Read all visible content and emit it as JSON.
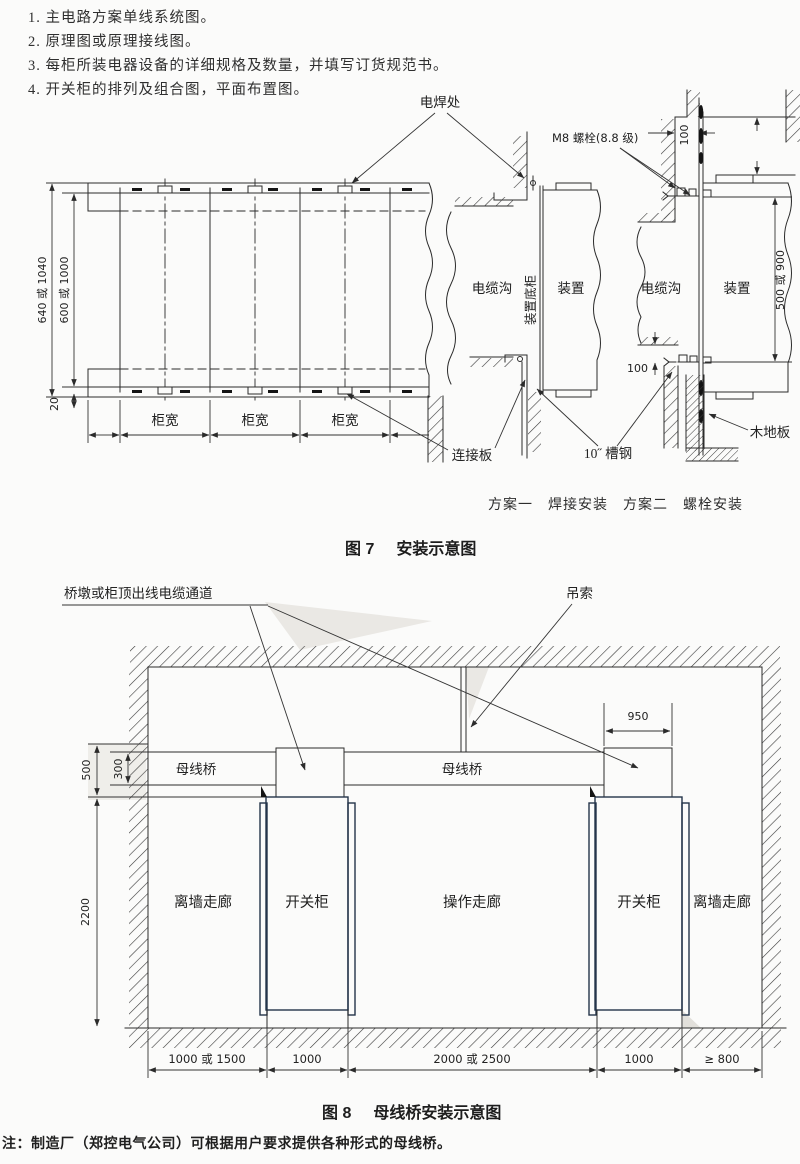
{
  "page": {
    "background": "#fbfbfa",
    "line_color": "#2b2b2b",
    "list_items": [
      "1. 主电路方案单线系统图。",
      "2. 原理图或原理接线图。",
      "3. 每柜所装电器设备的详细规格及数量，并填写订货规范书。",
      "4. 开关柜的排列及组合图，平面布置图。"
    ],
    "note": "注：制造厂（郑控电气公司）可根据用户要求提供各种形式的母线桥。"
  },
  "figure7": {
    "caption_number": "图 7",
    "caption_title": "安装示意图",
    "scheme_caption": "方案一　焊接安装　方案二　螺栓安装",
    "labels": {
      "weld_point": "电焊处",
      "bolt": "M8 螺栓(8.8 级)",
      "cable_trench": "电缆沟",
      "device": "装置",
      "device_bottom_cabinet": "装置底柜",
      "connection_plate": "连接板",
      "channel_steel": "10˝ 槽钢",
      "wood_floor": "木地板",
      "cabinet_width": "柜宽"
    },
    "dims": {
      "outer_depth": "640 或 1040",
      "inner_depth": "600 或 1000",
      "plate_offset": "20",
      "top_gap": "100",
      "bottom_gap": "100",
      "device_height": "500 或 900"
    }
  },
  "figure8": {
    "caption_number": "图 8",
    "caption_title": "母线桥安装示意图",
    "labels": {
      "cable_channel": "桥墩或柜顶出线电缆通道",
      "sling": "吊索",
      "busbar_bridge": "母线桥",
      "wall_corridor": "离墙走廊",
      "switch_cabinet": "开关柜",
      "operation_corridor": "操作走廊"
    },
    "dims": {
      "bridge_width": "950",
      "ceiling_offset": "500",
      "bridge_height": "300",
      "cabinet_height": "2200",
      "floor_seg_1": "1000 或 1500",
      "floor_seg_2": "1000",
      "floor_seg_3": "2000 或 2500",
      "floor_seg_4": "1000",
      "floor_seg_5": "≥ 800"
    },
    "colors": {
      "cabinet_fill": "#a6c2de",
      "cabinet_edge": "#24344a"
    }
  }
}
